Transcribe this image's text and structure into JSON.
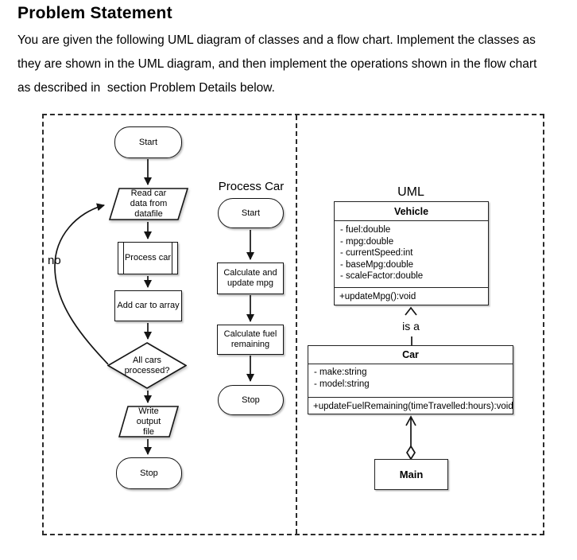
{
  "header": {
    "title": "Problem Statement",
    "paragraph_lines": [
      "You are given the following UML diagram of classes and a flow chart. Implement the classes as",
      "they are shown in the UML diagram, and then implement the operations shown in the flow chart",
      "as described in  section Problem Details below."
    ]
  },
  "main_flowchart": {
    "start_label": "Start",
    "read_data_label": "Read car\ndata from\ndatafile",
    "process_car_label": "Process car",
    "add_car_label": "Add car to array",
    "decision_label": "All cars\nprocessed?",
    "write_output_label": "Write\noutput\nfile",
    "stop_label": "Stop",
    "loop_label": "no"
  },
  "process_car_flowchart": {
    "title": "Process Car",
    "start_label": "Start",
    "step1_label": "Calculate and\nupdate mpg",
    "step2_label": "Calculate fuel\nremaining",
    "stop_label": "Stop"
  },
  "uml": {
    "title": "UML",
    "relationship_label": "is a",
    "vehicle": {
      "name": "Vehicle",
      "attributes": [
        "- fuel:double",
        "- mpg:double",
        "- currentSpeed:int",
        "- baseMpg:double",
        "- scaleFactor:double"
      ],
      "operations": [
        "+updateMpg():void"
      ]
    },
    "car": {
      "name": "Car",
      "attributes": [
        "- make:string",
        "- model:string"
      ],
      "operations": [
        "+updateFuelRemaining(timeTravelled:hours):void"
      ]
    },
    "main": {
      "name": "Main"
    }
  },
  "colors": {
    "text": "#000000",
    "line": "#141414",
    "background": "#ffffff"
  }
}
